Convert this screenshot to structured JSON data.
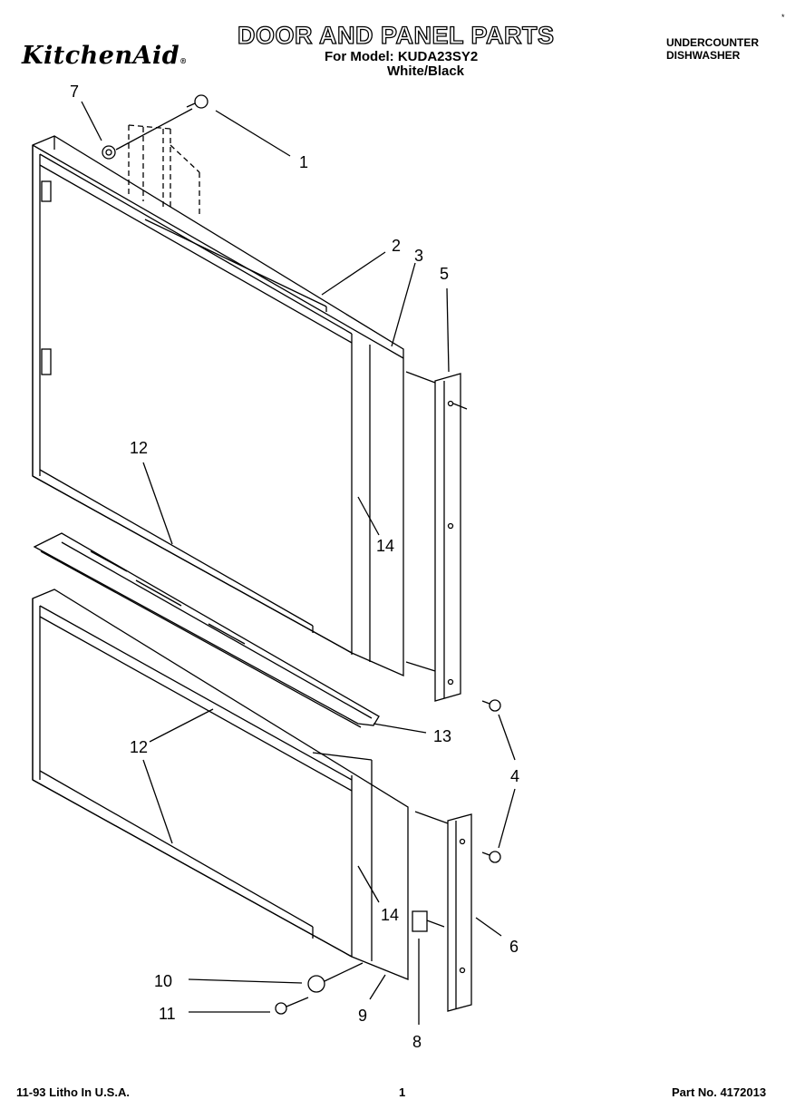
{
  "header": {
    "brand": "KitchenAid",
    "brand_mark": "®",
    "title": "DOOR AND PANEL PARTS",
    "model_line": "For Model: KUDA23SY2",
    "variant": "White/Black",
    "category_line1": "UNDERCOUNTER",
    "category_line2": "DISHWASHER",
    "corner_mark": "*"
  },
  "callouts": [
    "1",
    "2",
    "3",
    "4",
    "5",
    "6",
    "7",
    "8",
    "9",
    "10",
    "11",
    "12",
    "12",
    "13",
    "14",
    "14"
  ],
  "footer": {
    "left": "11-93 Litho In U.S.A.",
    "center": "1",
    "right": "Part No. 4172013"
  }
}
